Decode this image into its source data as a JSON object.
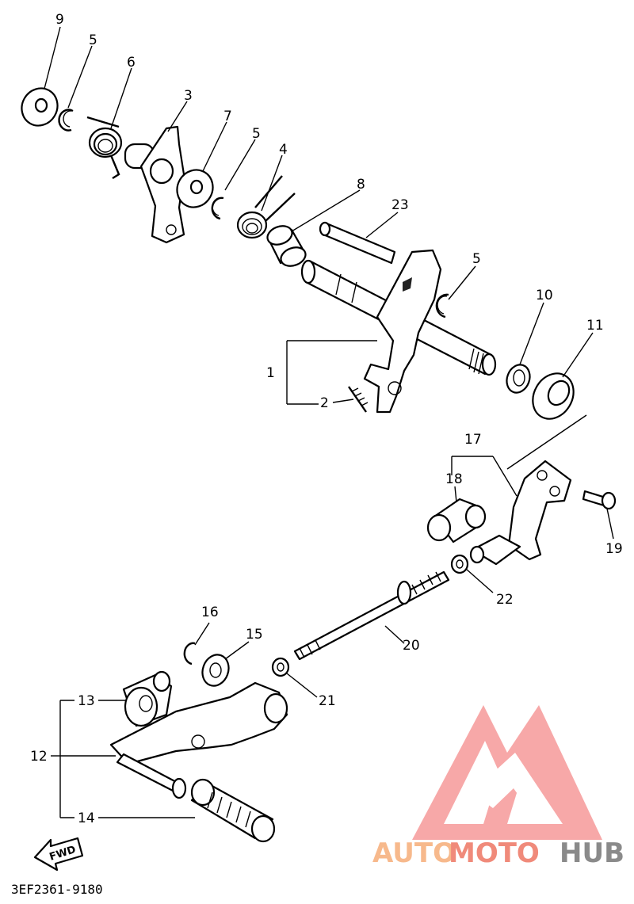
{
  "diagram": {
    "callouts": {
      "c1": "1",
      "c2": "2",
      "c3": "3",
      "c4": "4",
      "c5a": "5",
      "c5b": "5",
      "c5c": "5",
      "c6": "6",
      "c7": "7",
      "c8": "8",
      "c9": "9",
      "c10": "10",
      "c11": "11",
      "c12": "12",
      "c13": "13",
      "c14": "14",
      "c15": "15",
      "c16": "16",
      "c17": "17",
      "c18": "18",
      "c19": "19",
      "c20": "20",
      "c21": "21",
      "c22": "22",
      "c23": "23"
    },
    "fwd_label": "FWD",
    "part_code": "3EF2361-9180"
  },
  "watermark": {
    "word_1": "AUTO",
    "word_2": "MOTO",
    "word_3": "HUB",
    "color_1": "#f7b98c",
    "color_2": "#f08a7a",
    "color_3": "#8a8a8a",
    "logo_color": "#f36f6f"
  }
}
